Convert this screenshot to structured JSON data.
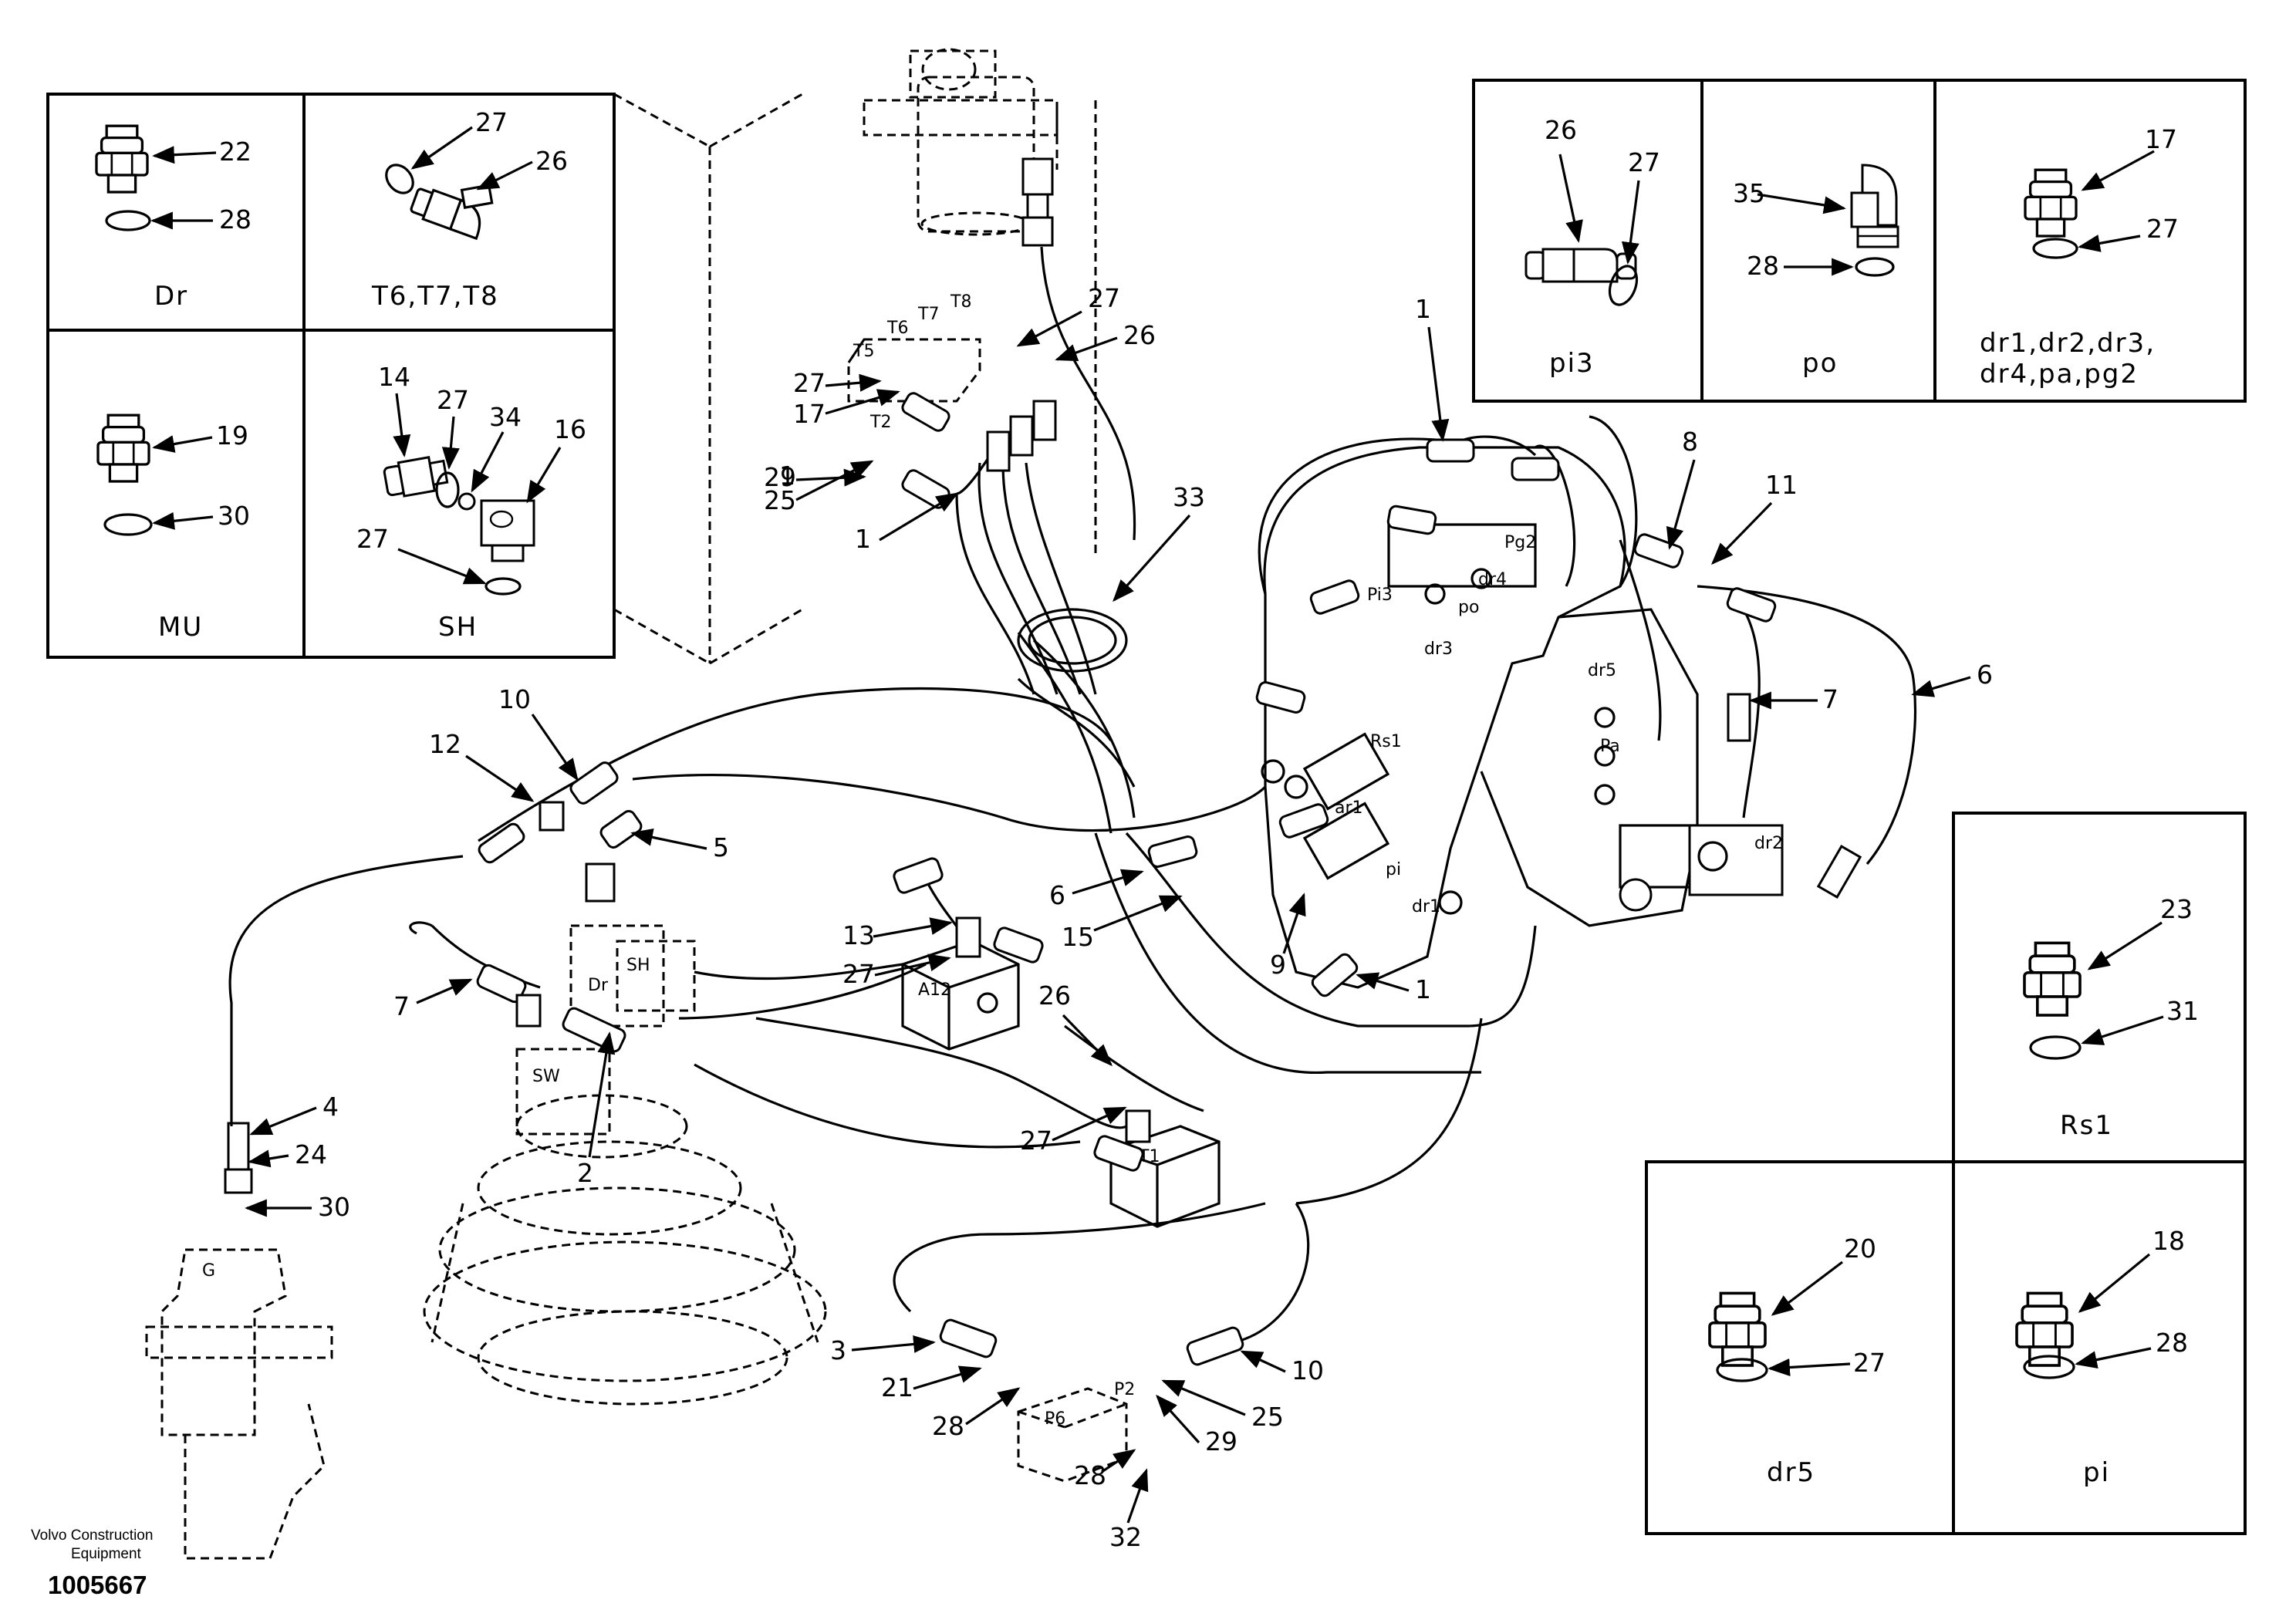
{
  "footer": {
    "brand_line1": "Volvo Construction",
    "brand_line2": "Equipment",
    "drawing_number": "1005667"
  },
  "insets": {
    "dr": {
      "label": "Dr",
      "parts": [
        "22",
        "28"
      ]
    },
    "t678": {
      "label": "T6,T7,T8",
      "parts": [
        "27",
        "26"
      ]
    },
    "mu": {
      "label": "MU",
      "parts": [
        "19",
        "30"
      ]
    },
    "sh": {
      "label": "SH",
      "parts": [
        "14",
        "27",
        "34",
        "16",
        "27"
      ]
    },
    "pi3": {
      "label": "pi3",
      "parts": [
        "26",
        "27"
      ]
    },
    "po": {
      "label": "po",
      "parts": [
        "35",
        "28"
      ]
    },
    "drmulti": {
      "label_line1": "dr1,dr2,dr3,",
      "label_line2": "dr4,pa,pg2",
      "parts": [
        "17",
        "27"
      ]
    },
    "rs1": {
      "label": "Rs1",
      "parts": [
        "23",
        "31"
      ]
    },
    "dr5": {
      "label": "dr5",
      "parts": [
        "20",
        "27"
      ]
    },
    "pi": {
      "label": "pi",
      "parts": [
        "18",
        "28"
      ]
    }
  },
  "ports": [
    "T5",
    "T6",
    "T7",
    "T8",
    "T2",
    "Pg2",
    "Pi3",
    "dr4",
    "po",
    "dr3",
    "dr5",
    "Pa",
    "Rs1",
    "ar1",
    "pi",
    "dr1",
    "dr2",
    "MU",
    "Dr",
    "SH",
    "SW",
    "A12",
    "G",
    "T1",
    "P2",
    "P6"
  ],
  "callouts": [
    "1",
    "1",
    "1",
    "1",
    "2",
    "3",
    "4",
    "5",
    "6",
    "6",
    "7",
    "7",
    "8",
    "9",
    "10",
    "10",
    "11",
    "12",
    "13",
    "15",
    "17",
    "21",
    "24",
    "25",
    "25",
    "26",
    "26",
    "27",
    "27",
    "27",
    "27",
    "28",
    "28",
    "29",
    "29",
    "30",
    "32",
    "33"
  ]
}
